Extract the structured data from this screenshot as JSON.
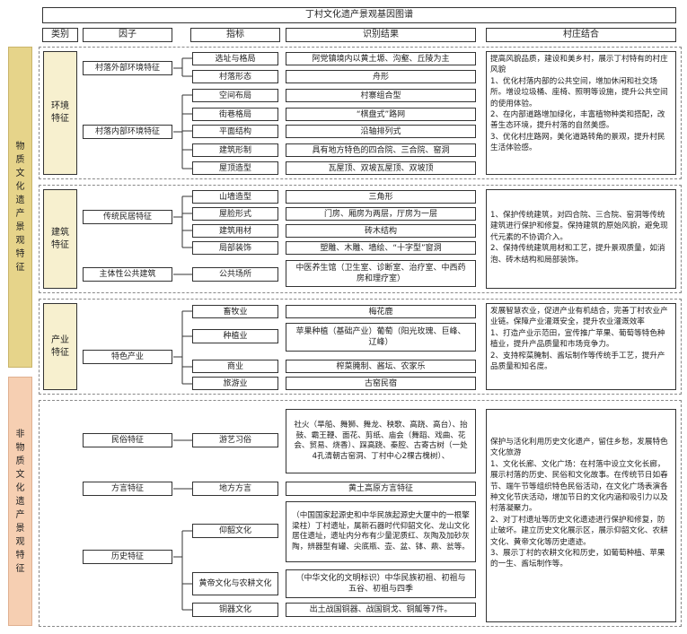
{
  "title": "丁村文化遗产景观基因图谱",
  "headers": {
    "category": "类别",
    "factor": "因子",
    "indicator": "指标",
    "result": "识别结果",
    "integration": "村庄结合"
  },
  "groups": {
    "material": "物质文化遗产景观特征",
    "nonmaterial": "非物质文化遗产景观特征"
  },
  "sections": {
    "environment": "环境特征",
    "architecture": "建筑特征",
    "industry": "产业特征"
  },
  "factors": {
    "external": "村落外部环境特征",
    "internal": "村落内部环境特征",
    "traditional": "传统民居特征",
    "public": "主体性公共建筑",
    "featured_industry": "特色产业",
    "folk": "民俗特征",
    "dialect": "方言特征",
    "history": "历史特征"
  },
  "indicators": {
    "site": "选址与格局",
    "shape": "村落形态",
    "space": "空间布局",
    "street": "街巷格局",
    "plane": "平面结构",
    "form": "建筑形制",
    "roof": "屋顶造型",
    "gable": "山墙造型",
    "eave": "屋脸形式",
    "material": "建筑用材",
    "decor": "局部装饰",
    "venue": "公共场所",
    "livestock": "畜牧业",
    "planting": "种植业",
    "commerce": "商业",
    "tourism": "旅游业",
    "game": "游艺习俗",
    "dialect": "地方方言",
    "yangshao": "仰韶文化",
    "huangdi": "黄帝文化与农耕文化",
    "bronze": "铜器文化"
  },
  "results": {
    "site": "阿党镇境内以黄土塬、沟壑、丘陵为主",
    "shape": "舟形",
    "space": "村寨组合型",
    "street": "“棋盘式”路网",
    "plane": "沿轴排列式",
    "form": "具有地方特色的四合院、三合院、窑洞",
    "roof": "瓦屋顶、双坡瓦屋顶、双坡顶",
    "gable": "三角形",
    "eave": "门房、厢房为两层，厅房为一层",
    "material": "砖木结构",
    "decor": "塑雕、木雕、墙绘、“十字型”窗洞",
    "venue": "中医养生馆（卫生室、诊断室、治疗室、中西药房和理疗室）",
    "livestock": "梅花鹿",
    "planting": "苹果种植（基础产业）葡萄（阳光玫瑰、巨峰、辽峰）",
    "commerce": "榨菜腌制、酱坛、农家乐",
    "tourism": "古窑民宿",
    "game": "社火（旱船、舞狮、舞龙、秧歌、高跷、高台）、抬鼓、霸王鞭、面花、剪纸、庙会（舞蹈、戏曲、花会、贸易、烧香）、踩高跷、秦腔、古寄古树（一处4孔清朝古窑洞、丁村中心2棵古槐树）、",
    "dialect": "黄土高原方言特征",
    "yangshao": "（中国国家起源史和中华民族起源史大厦中的一根擎梁柱）丁村遗址，属新石器时代仰韶文化、龙山文化居住遗址，遗址内分布有少量泥质红、灰陶及加砂灰陶，辨器型有罐、尖底瓶、壶、盆、钵、鼎、瓮等。",
    "huangdi": "（中华文化的文明标识）中华民族初祖、初祖与五谷、初祖与四季",
    "bronze": "出土战国铜器、战国铜戈、铜觚等7件。"
  },
  "integration": {
    "environment": "提高风貌品质，建设和美乡村，展示丁村特有的村庄风貌\n1、优化村落内部的公共空间，增加休闲和社交场所。增设垃圾桶、座椅、照明等设施，提升公共空间的使用体验。\n2、在内部道路增加绿化，丰富植物种类和搭配，改善生态环境，提升村落的自然美感。\n3、优化村庄路网，美化道路转角的景观，提升村民生活体验感。",
    "architecture": "1、保护传统建筑，对四合院、三合院、窑洞等传统建筑进行保护和修复。保持建筑的原始风貌，避免现代元素的不协调介入。\n2、保持传统建筑用材和工艺，提升景观质量，如消泡、砖木结构和局部装饰。",
    "industry": "发展智慧农业，促进产业有机结合，完善丁村农业产业链。保障产业灌溉安全，提升农业灌溉效率\n1、打造产业示范田，宣传推广苹果、葡萄等特色种植业，提升产品质量和市场竞争力。\n2、支持榨菜腌制、酱坛制作等传统手工艺，提升产品质量和知名度。",
    "nonmaterial": "保护与活化利用历史文化遗产，留住乡愁，发展特色文化旅游\n1、文化长廊、文化广场：在村落中设立文化长廊，展示村落的历史、民俗和文化故事。在传统节日如春节、端午节等组织特色民俗活动，在文化广场表演各种文化节庆活动，增加节日的文化内涵和吸引力以及村落凝聚力。\n2、对丁村遗址等历史文化遗迹进行保护和修复，防止破坏。建立历史文化展示区，展示仰韶文化、农耕文化、黄帝文化等历史遗迹。\n3、展示丁村的农耕文化和历史，如葡萄种植、苹果的一生、酱坛制作等。"
  },
  "colors": {
    "material_fill": "#e6d48a",
    "section_fill": "#f7f0cf",
    "nonmaterial_fill": "#f6cfb2",
    "nonmaterial_section_fill": "#fbe6d6"
  }
}
